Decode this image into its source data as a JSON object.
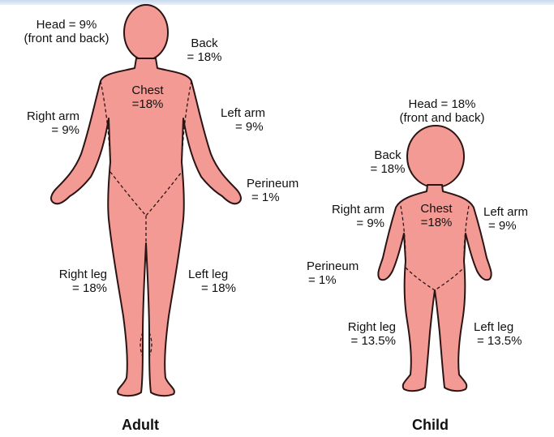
{
  "colors": {
    "skin": "#f49a94",
    "outline": "#2a1414",
    "top_rule": "#c9d8ef"
  },
  "adult": {
    "caption": "Adult",
    "head": {
      "line1": "Head = 9%",
      "line2": "(front and back)"
    },
    "back": {
      "line1": "Back",
      "line2": "= 18%"
    },
    "chest": {
      "line1": "Chest",
      "line2": "=18%"
    },
    "right_arm": {
      "line1": "Right arm",
      "line2": "= 9%"
    },
    "left_arm": {
      "line1": "Left arm",
      "line2": "= 9%"
    },
    "perineum": {
      "line1": "Perineum",
      "line2": "= 1%"
    },
    "right_leg": {
      "line1": "Right leg",
      "line2": "= 18%"
    },
    "left_leg": {
      "line1": "Left leg",
      "line2": "= 18%"
    }
  },
  "child": {
    "caption": "Child",
    "head": {
      "line1": "Head = 18%",
      "line2": "(front and back)"
    },
    "back": {
      "line1": "Back",
      "line2": "= 18%"
    },
    "chest": {
      "line1": "Chest",
      "line2": "=18%"
    },
    "right_arm": {
      "line1": "Right arm",
      "line2": "= 9%"
    },
    "left_arm": {
      "line1": "Left arm",
      "line2": "= 9%"
    },
    "perineum": {
      "line1": "Perineum",
      "line2": "= 1%"
    },
    "right_leg": {
      "line1": "Right leg",
      "line2": "= 13.5%"
    },
    "left_leg": {
      "line1": "Left leg",
      "line2": "= 13.5%"
    }
  }
}
